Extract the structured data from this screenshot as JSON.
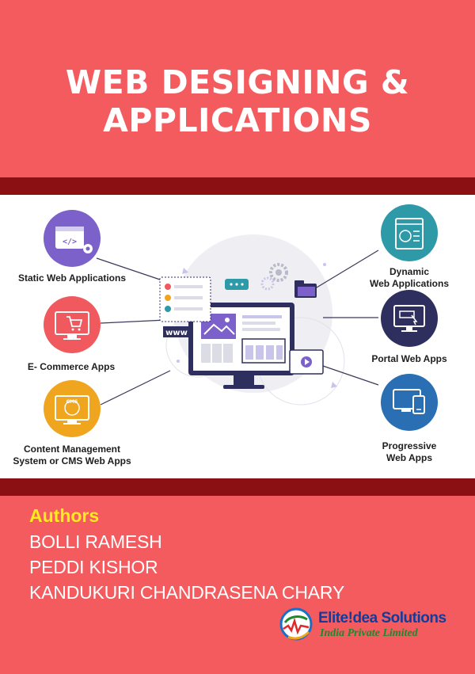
{
  "title": {
    "line1": "WEB DESIGNING &",
    "line2": "APPLICATIONS"
  },
  "categories": {
    "static": "Static Web Applications",
    "ecommerce": "E- Commerce Apps",
    "cms_line1": "Content Management",
    "cms_line2": "System or CMS Web Apps",
    "dynamic_line1": "Dynamic",
    "dynamic_line2": "Web Applications",
    "portal": "Portal Web Apps",
    "progressive_line1": "Progressive",
    "progressive_line2": "Web Apps"
  },
  "illustration": {
    "www": "www",
    "cms_badge": "CMS"
  },
  "authors": {
    "heading": "Authors",
    "names": [
      "BOLLI RAMESH",
      "PEDDI KISHOR",
      "KANDUKURI CHANDRASENA CHARY"
    ]
  },
  "publisher": {
    "name": "Elite!dea Solutions",
    "subtitle": "India Private Limited"
  },
  "colors": {
    "background": "#f45b5e",
    "band": "#8a1014",
    "authors_heading": "#ffec1c",
    "static_icon": "#7b61c9",
    "ecommerce_icon": "#f0595d",
    "cms_icon": "#f0a51e",
    "dynamic_icon": "#2e9aa8",
    "portal_icon": "#2f2f5f",
    "progressive_icon": "#2a6fb3"
  }
}
